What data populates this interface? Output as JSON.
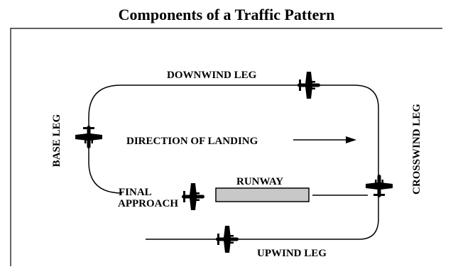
{
  "title": "Components of a Traffic Pattern",
  "labels": {
    "downwind": "DOWNWIND LEG",
    "base": "BASE LEG",
    "crosswind": "CROSSWIND LEG",
    "direction": "DIRECTION OF LANDING",
    "final_line1": "FINAL",
    "final_line2": "APPROACH",
    "runway": "RUNWAY",
    "upwind": "UPWIND LEG"
  },
  "colors": {
    "ink": "#000000",
    "runway_fill": "#c8c8c8"
  },
  "icons": [
    "airplane-icon"
  ]
}
